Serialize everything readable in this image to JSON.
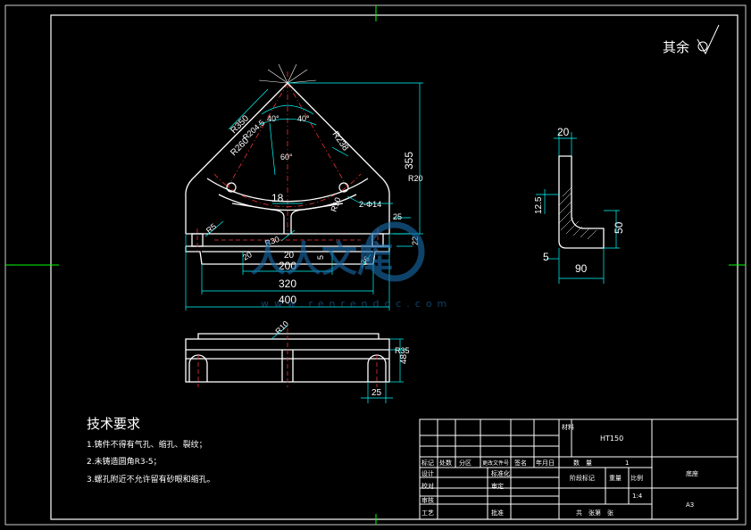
{
  "title_block": {
    "material": "材料",
    "material_value": "HT150",
    "part_name": "底座",
    "scale": "1:4",
    "quantity": "1",
    "sheet_size": "A3",
    "headers": {
      "mark": "标记",
      "count": "处数",
      "zone": "分区",
      "change_doc": "更改文件号",
      "signature": "签名",
      "date": "年月日",
      "design": "设计",
      "std": "标准化",
      "check": "校对",
      "review": "审定",
      "audit": "审核",
      "process": "工艺",
      "approve": "批准",
      "qty": "数　量",
      "stage_mark": "阶段标记",
      "weight": "重量",
      "ratio": "比例",
      "sheets": "共　张第　张"
    }
  },
  "surface_note": "其余",
  "tech_req": {
    "title": "技术要求",
    "items": [
      "1.铸件不得有气孔、缩孔、裂纹；",
      "2.未铸造圆角R3-5；",
      "3.螺孔附近不允许留有砂眼和缩孔。"
    ]
  },
  "dims": {
    "front": [
      "R350",
      "R260",
      "R204.5",
      "R238",
      "40°",
      "40°",
      "60°",
      "355",
      "R20",
      "18",
      "25",
      "2-Φ14",
      "R30",
      "R5",
      "R10",
      "20",
      "5",
      "20",
      "200",
      "36",
      "320",
      "400",
      "22"
    ],
    "side": [
      "20",
      "12.5",
      "50",
      "5",
      "90"
    ],
    "top": [
      "R10",
      "R35",
      "48",
      "25"
    ]
  },
  "watermark": {
    "brand": "人人文库",
    "url": "www.renrendoc.com"
  }
}
